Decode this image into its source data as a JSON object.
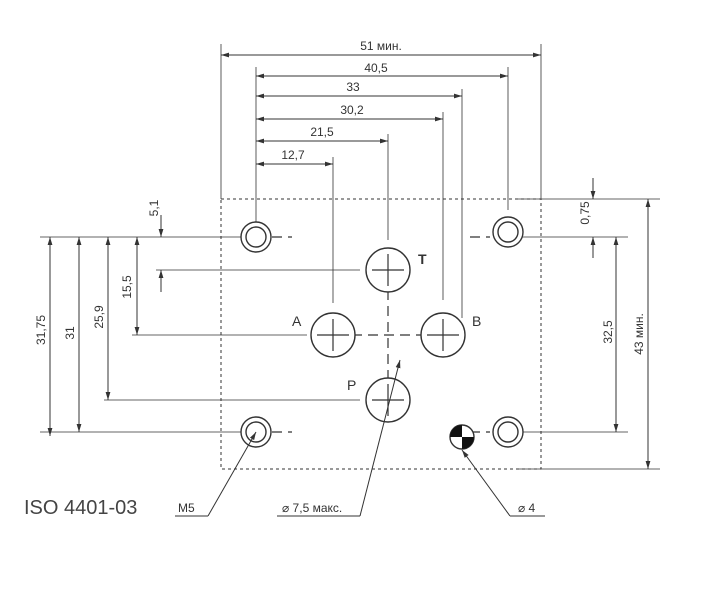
{
  "standard": "ISO 4401-03",
  "dimensions": {
    "width_total": "51 мин.",
    "d40_5": "40,5",
    "d33": "33",
    "d30_2": "30,2",
    "d21_5": "21,5",
    "d12_7": "12,7",
    "d5_1": "5,1",
    "d0_75": "0,75",
    "d15_5": "15,5",
    "d25_9": "25,9",
    "d31": "31",
    "d31_75": "31,75",
    "d32_5": "32,5",
    "height_total": "43 мин."
  },
  "ports": {
    "T": "T",
    "A": "A",
    "B": "B",
    "P": "P"
  },
  "callouts": {
    "thread": "M5",
    "port_diameter": "⌀ 7,5 макс.",
    "pin_diameter": "⌀ 4"
  }
}
